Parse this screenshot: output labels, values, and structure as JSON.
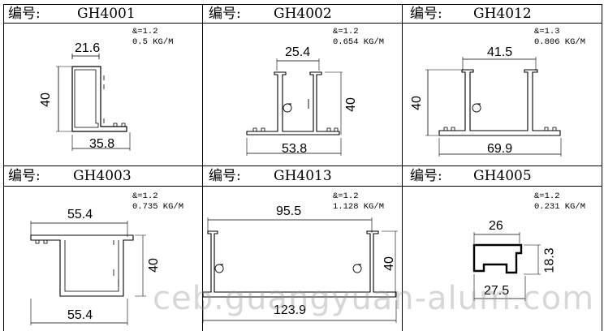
{
  "watermark": "ceb.guangyuan-alum.com",
  "items": [
    {
      "id": "GH4001",
      "label": "编号:",
      "code": "GH4001",
      "thickness": "&=1.2",
      "weight": "0.5 KG/M",
      "dims": {
        "top": "21.6",
        "side": "40",
        "bottom": "35.8"
      }
    },
    {
      "id": "GH4002",
      "label": "编号:",
      "code": "GH4002",
      "thickness": "&=1.2",
      "weight": "0.654 KG/M",
      "dims": {
        "top": "25.4",
        "side": "40",
        "bottom": "53.8"
      }
    },
    {
      "id": "GH4012",
      "label": "编号:",
      "code": "GH4012",
      "thickness": "&=1.3",
      "weight": "0.806 KG/M",
      "dims": {
        "top": "41.5",
        "side": "40",
        "bottom": "69.9"
      }
    },
    {
      "id": "GH4003",
      "label": "编号:",
      "code": "GH4003",
      "thickness": "&=1.2",
      "weight": "0.735 KG/M",
      "dims": {
        "top": "55.4",
        "side": "40",
        "bottom": "55.4"
      }
    },
    {
      "id": "GH4013",
      "label": "编号:",
      "code": "GH4013",
      "thickness": "&=1.2",
      "weight": "1.128 KG/M",
      "dims": {
        "top": "95.5",
        "side": "40",
        "bottom": "123.9"
      }
    },
    {
      "id": "GH4005",
      "label": "编号:",
      "code": "GH4005",
      "thickness": "&=1.2",
      "weight": "0.231 KG/M",
      "dims": {
        "top": "26",
        "side": "18.3",
        "bottom": "27.5"
      }
    }
  ]
}
